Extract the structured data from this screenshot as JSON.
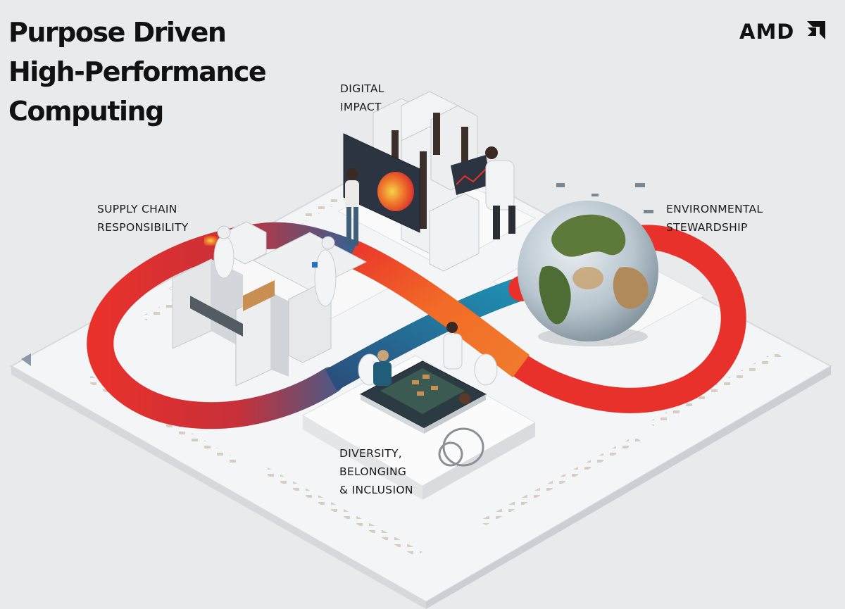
{
  "title": {
    "line1": "Purpose Driven",
    "line2": "High-Performance",
    "line3": "Computing"
  },
  "logo": {
    "text": "AMD",
    "color": "#111111"
  },
  "labels": {
    "digital_impact": {
      "line1": "DIGITAL",
      "line2": "IMPACT"
    },
    "supply_chain": {
      "line1": "SUPPLY CHAIN",
      "line2": "RESPONSIBILITY"
    },
    "environmental": {
      "line1": "ENVIRONMENTAL",
      "line2": "STEWARDSHIP"
    },
    "diversity": {
      "line1": "DIVERSITY,",
      "line2": "BELONGING",
      "line3": "& INCLUSION"
    }
  },
  "colors": {
    "background": "#e9eaec",
    "ribbon_red": "#e8312b",
    "ribbon_orange": "#f06a26",
    "ribbon_blue": "#1e8fb0",
    "platform": "#f4f5f6"
  }
}
